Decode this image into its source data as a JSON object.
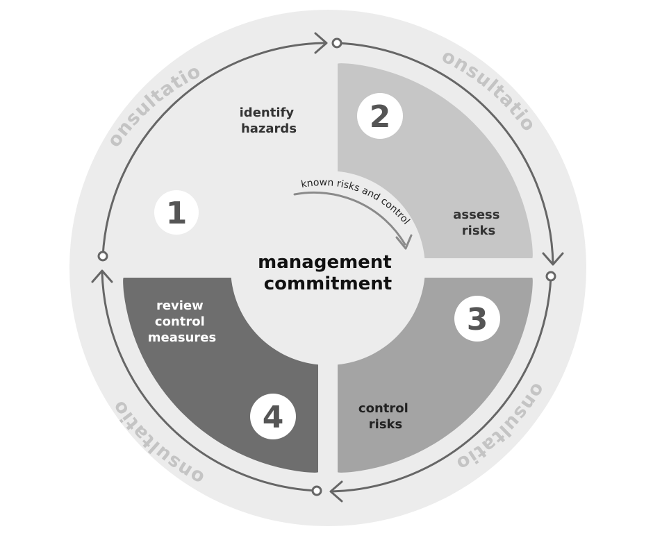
{
  "diagram": {
    "center_title": [
      "management",
      "commitment"
    ],
    "inner_arrow_label": "known risks and control",
    "outer_labels": [
      "consultation",
      "consultation",
      "consultation",
      "consultation"
    ],
    "steps": [
      {
        "number": "1",
        "label": [
          "identify",
          "hazards"
        ]
      },
      {
        "number": "2",
        "label": [
          "assess",
          "risks"
        ]
      },
      {
        "number": "3",
        "label": [
          "control",
          "risks"
        ]
      },
      {
        "number": "4",
        "label": [
          "review",
          "control",
          "measures"
        ]
      }
    ],
    "colors": {
      "outer_ring": "#ececec",
      "step1": "#ececec",
      "step2": "#c6c6c6",
      "step3": "#a4a4a4",
      "step4": "#6e6e6e",
      "cycle_arrow": "#666666",
      "outer_text": "#c4c4c4",
      "dark_text": "#333333",
      "light_text": "#ffffff"
    }
  }
}
